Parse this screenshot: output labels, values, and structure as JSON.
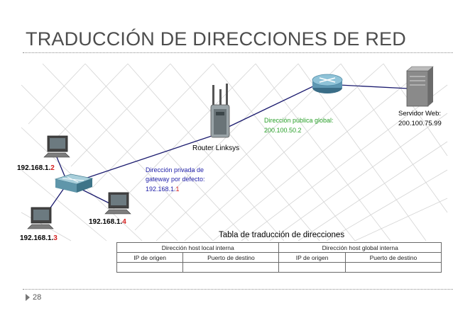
{
  "title": "TRADUCCIÓN DE DIRECCIONES DE RED",
  "page_number": "28",
  "router_label": "Router Linksys",
  "server": {
    "title": "Servidor Web:",
    "ip": "200.100.75.99"
  },
  "public_address": {
    "line1": "Dirección pública global:",
    "line2": "200.100.50.2"
  },
  "private_gateway": {
    "line1": "Dirección privada de",
    "line2": "gateway por defecto:",
    "ip_prefix": "192.168.1.",
    "ip_suffix": "1"
  },
  "hosts": [
    {
      "prefix": "192.168.1.",
      "suffix": "2"
    },
    {
      "prefix": "192.168.1.",
      "suffix": "4"
    },
    {
      "prefix": "192.168.1.",
      "suffix": "3"
    }
  ],
  "table": {
    "title": "Tabla de traducción de direcciones",
    "group_headers": [
      "Dirección host local interna",
      "Dirección host global interna"
    ],
    "columns": [
      "IP de origen",
      "Puerto de destino",
      "IP de origen",
      "Puerto de destino"
    ]
  },
  "colors": {
    "public": "#2aa02a",
    "private": "#2222aa",
    "suffix": "#d42020",
    "link": "#1a1a6e"
  }
}
